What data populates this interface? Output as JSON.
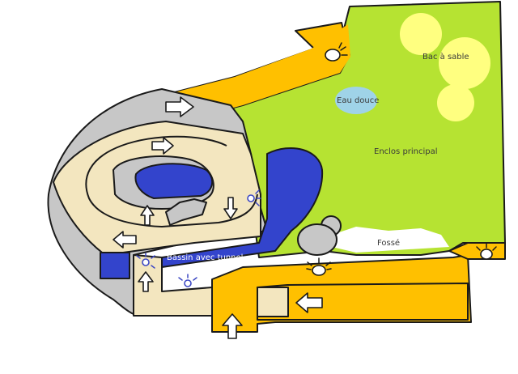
{
  "labels": {
    "sandbox": "Bac à sable",
    "fresh_water": "Eau douce",
    "main_enclosure": "Enclos principal",
    "ditch": "Fossé",
    "tunnel_pool": "Bassin avec tunnel"
  },
  "colors": {
    "grass": "#b6e332",
    "path": "#ffc000",
    "sand_ring": "#f3e6bf",
    "rock": "#c7c7c7",
    "pool": "#3344cc",
    "fresh_water": "#9fd3e8",
    "sand_spot": "#ffff80",
    "ditch": "#ffffff"
  },
  "icons": {
    "arrow": "arrow-icon",
    "lamp": "heat-lamp-icon",
    "lamp_blue": "blue-lamp-icon"
  }
}
